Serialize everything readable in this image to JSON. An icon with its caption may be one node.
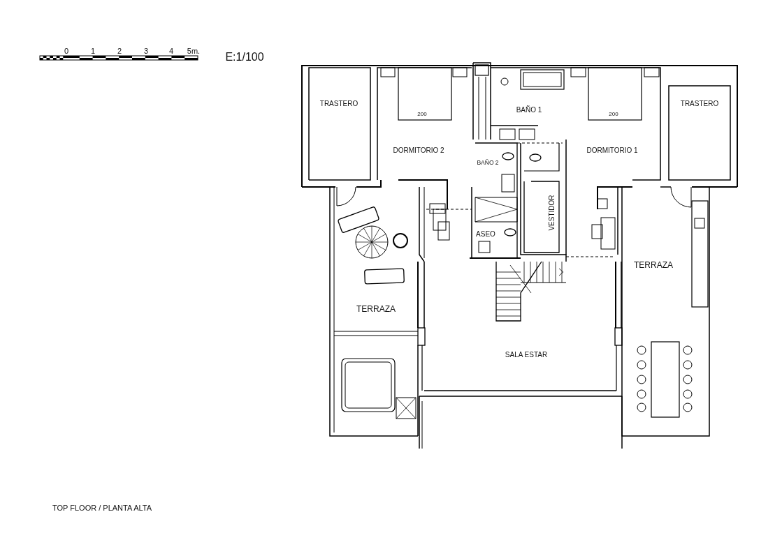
{
  "diagram": {
    "caption": "TOP FLOOR / PLANTA ALTA",
    "labels": [
      "0",
      "1",
      "2",
      "3",
      "4",
      "5m.",
      "E:1/100",
      "TRASTERO",
      "BAÑO 1",
      "TRASTERO",
      "200",
      "200",
      "DORMITORIO 2",
      "BAÑO 2",
      "DORMITORIO 1",
      "VESTIDOR",
      "ASEO",
      "TERRAZA",
      "TERRAZA",
      "SALA ESTAR"
    ]
  }
}
